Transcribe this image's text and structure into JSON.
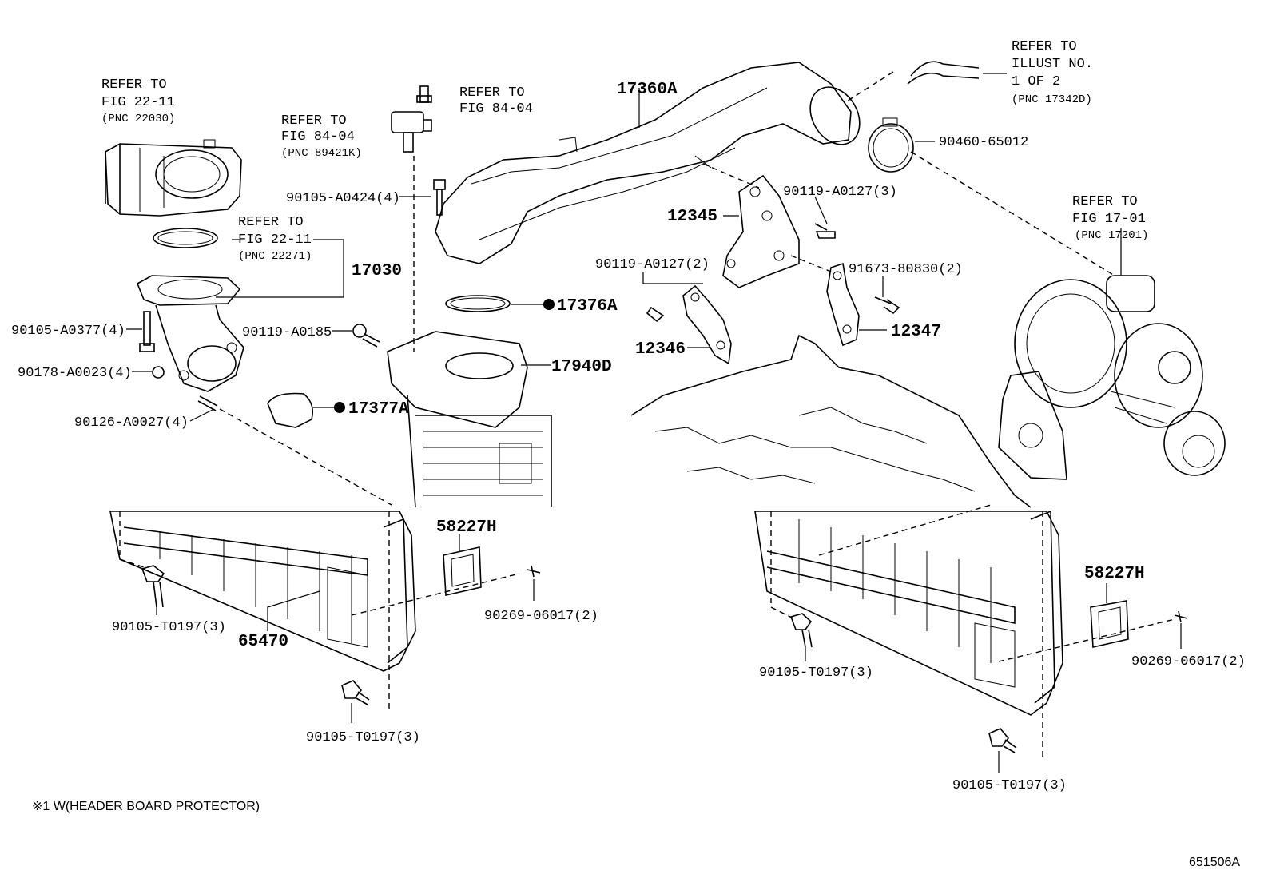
{
  "diagram_id": "651506A",
  "footnote": "※1 W(HEADER BOARD PROTECTOR)",
  "refs": {
    "fig2211_top": {
      "l1": "REFER TO",
      "l2": "FIG 22-11",
      "l3": "(PNC 22030)"
    },
    "fig8404_a": {
      "l1": "REFER TO",
      "l2": "FIG 84-04"
    },
    "fig8404_b": {
      "l1": "REFER TO",
      "l2": "FIG 84-04",
      "l3": "(PNC 89421K)"
    },
    "fig2211_mid": {
      "l1": "REFER TO",
      "l2": "FIG 22-11",
      "l3": "(PNC 22271)"
    },
    "illust": {
      "l1": "REFER TO",
      "l2": "ILLUST NO.",
      "l3": "1 OF 2",
      "l4": "(PNC 17342D)"
    },
    "fig1701": {
      "l1": "REFER TO",
      "l2": "FIG 17-01",
      "l3": "(PNC 17201)"
    }
  },
  "parts": {
    "p17360A": "17360A",
    "p9046065012": "90460-65012",
    "p90119A0127_a": "90119-A0127(3)",
    "p12345": "12345",
    "p90105A0424": "90105-A0424(4)",
    "p17030": "17030",
    "p90119A0127_b": "90119-A0127(2)",
    "p9167380830": "91673-80830(2)",
    "p17376A": "17376A",
    "p90105A0377": "90105-A0377(4)",
    "p90119A0185": "90119-A0185",
    "p12346": "12346",
    "p12347": "12347",
    "p90178A0023": "90178-A0023(4)",
    "p17940D": "17940D",
    "p17377A": "17377A",
    "p90126A0027": "90126-A0027(4)",
    "p58227H_left": "58227H",
    "p58227H_right": "58227H",
    "p9026906017_left": "90269-06017(2)",
    "p9026906017_right": "90269-06017(2)",
    "p90105T0197_a": "90105-T0197(3)",
    "p65470": "65470",
    "p90105T0197_b": "90105-T0197(3)",
    "p90105T0197_c": "90105-T0197(3)",
    "p90105T0197_d": "90105-T0197(3)"
  }
}
